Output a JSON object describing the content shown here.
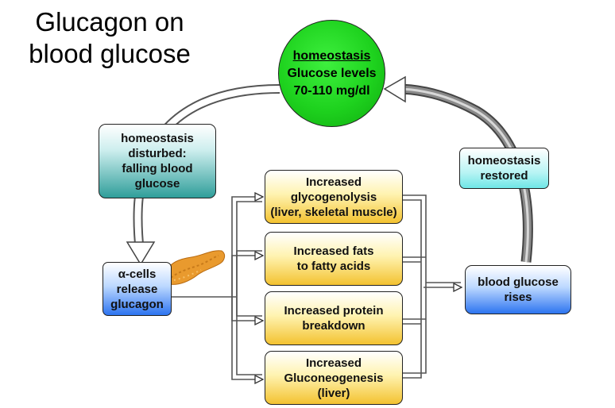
{
  "title": {
    "line1": "Glucagon on",
    "line2": "blood glucose"
  },
  "center": {
    "heading": "homeostasis",
    "line1": "Glucose levels",
    "line2": "70-110 mg/dl"
  },
  "disturbed": {
    "line1": "homeostasis",
    "line2": "disturbed:",
    "line3": "falling blood",
    "line4": "glucose"
  },
  "alpha": {
    "line1": "α-cells",
    "line2": "release",
    "line3": "glucagon"
  },
  "effects": [
    {
      "lines": [
        "Increased",
        "glycogenolysis",
        "(liver, skeletal muscle)"
      ]
    },
    {
      "lines": [
        "Increased fats",
        "to fatty acids"
      ]
    },
    {
      "lines": [
        "Increased protein",
        "breakdown"
      ]
    },
    {
      "lines": [
        "Increased",
        "Gluconeogenesis",
        "(liver)"
      ]
    }
  ],
  "rises": {
    "line1": "blood glucose",
    "line2": "rises"
  },
  "restored": {
    "line1": "homeostasis",
    "line2": "restored"
  },
  "colors": {
    "circle": "#1ed21e",
    "teal": "#2f9e9a",
    "blue": "#2d74f0",
    "gold": "#f3c230",
    "aqua": "#6fe6e6",
    "pancreas": "#e99a2e"
  }
}
